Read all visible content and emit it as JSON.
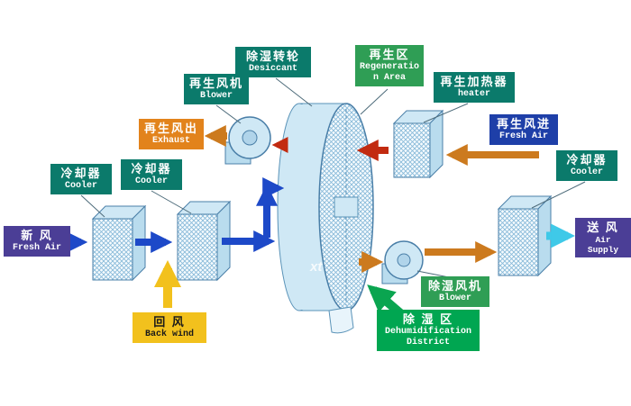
{
  "watermark": "xt",
  "colors": {
    "teal_label": "#0b7a6b",
    "purple_label": "#4b3e96",
    "orange_label": "#e2831c",
    "yellow_label": "#f2c11d",
    "green_label": "#2f9e55",
    "bright_green_label": "#00a651",
    "blue_label": "#1e3fa8",
    "blue_arrow": "#1d49c8",
    "yellow_arrow": "#f2c11d",
    "orange_arrow": "#cc7a1e",
    "red_arrow": "#c22b10",
    "cyan_arrow": "#3fc9e8",
    "green_arrow": "#0aa550",
    "component_fill": "#cfe8f5",
    "component_stroke": "#4a7fa8"
  },
  "labels": {
    "fresh_air_in": {
      "zh": "新 风",
      "en": "Fresh Air"
    },
    "cooler1": {
      "zh": "冷却器",
      "en": "Cooler"
    },
    "cooler2": {
      "zh": "冷却器",
      "en": "Cooler"
    },
    "back_wind": {
      "zh": "回 风",
      "en": "Back wind"
    },
    "regen_blower": {
      "zh": "再生风机",
      "en": "Blower"
    },
    "exhaust": {
      "zh": "再生风出",
      "en": "Exhaust"
    },
    "desiccant_wheel": {
      "zh": "除湿转轮",
      "en": "Desiccant"
    },
    "regen_area": {
      "zh": "再生区",
      "en": "Regeneration Area"
    },
    "regen_heater": {
      "zh": "再生加热器",
      "en": "heater"
    },
    "regen_fresh_air": {
      "zh": "再生风进",
      "en": "Fresh Air"
    },
    "cooler3": {
      "zh": "冷却器",
      "en": "Cooler"
    },
    "air_supply": {
      "zh": "送 风",
      "en": "Air Supply"
    },
    "dehumid_blower": {
      "zh": "除湿风机",
      "en": "Blower"
    },
    "dehumid_district": {
      "zh": "除 湿 区",
      "en": "Dehumidification District"
    }
  }
}
